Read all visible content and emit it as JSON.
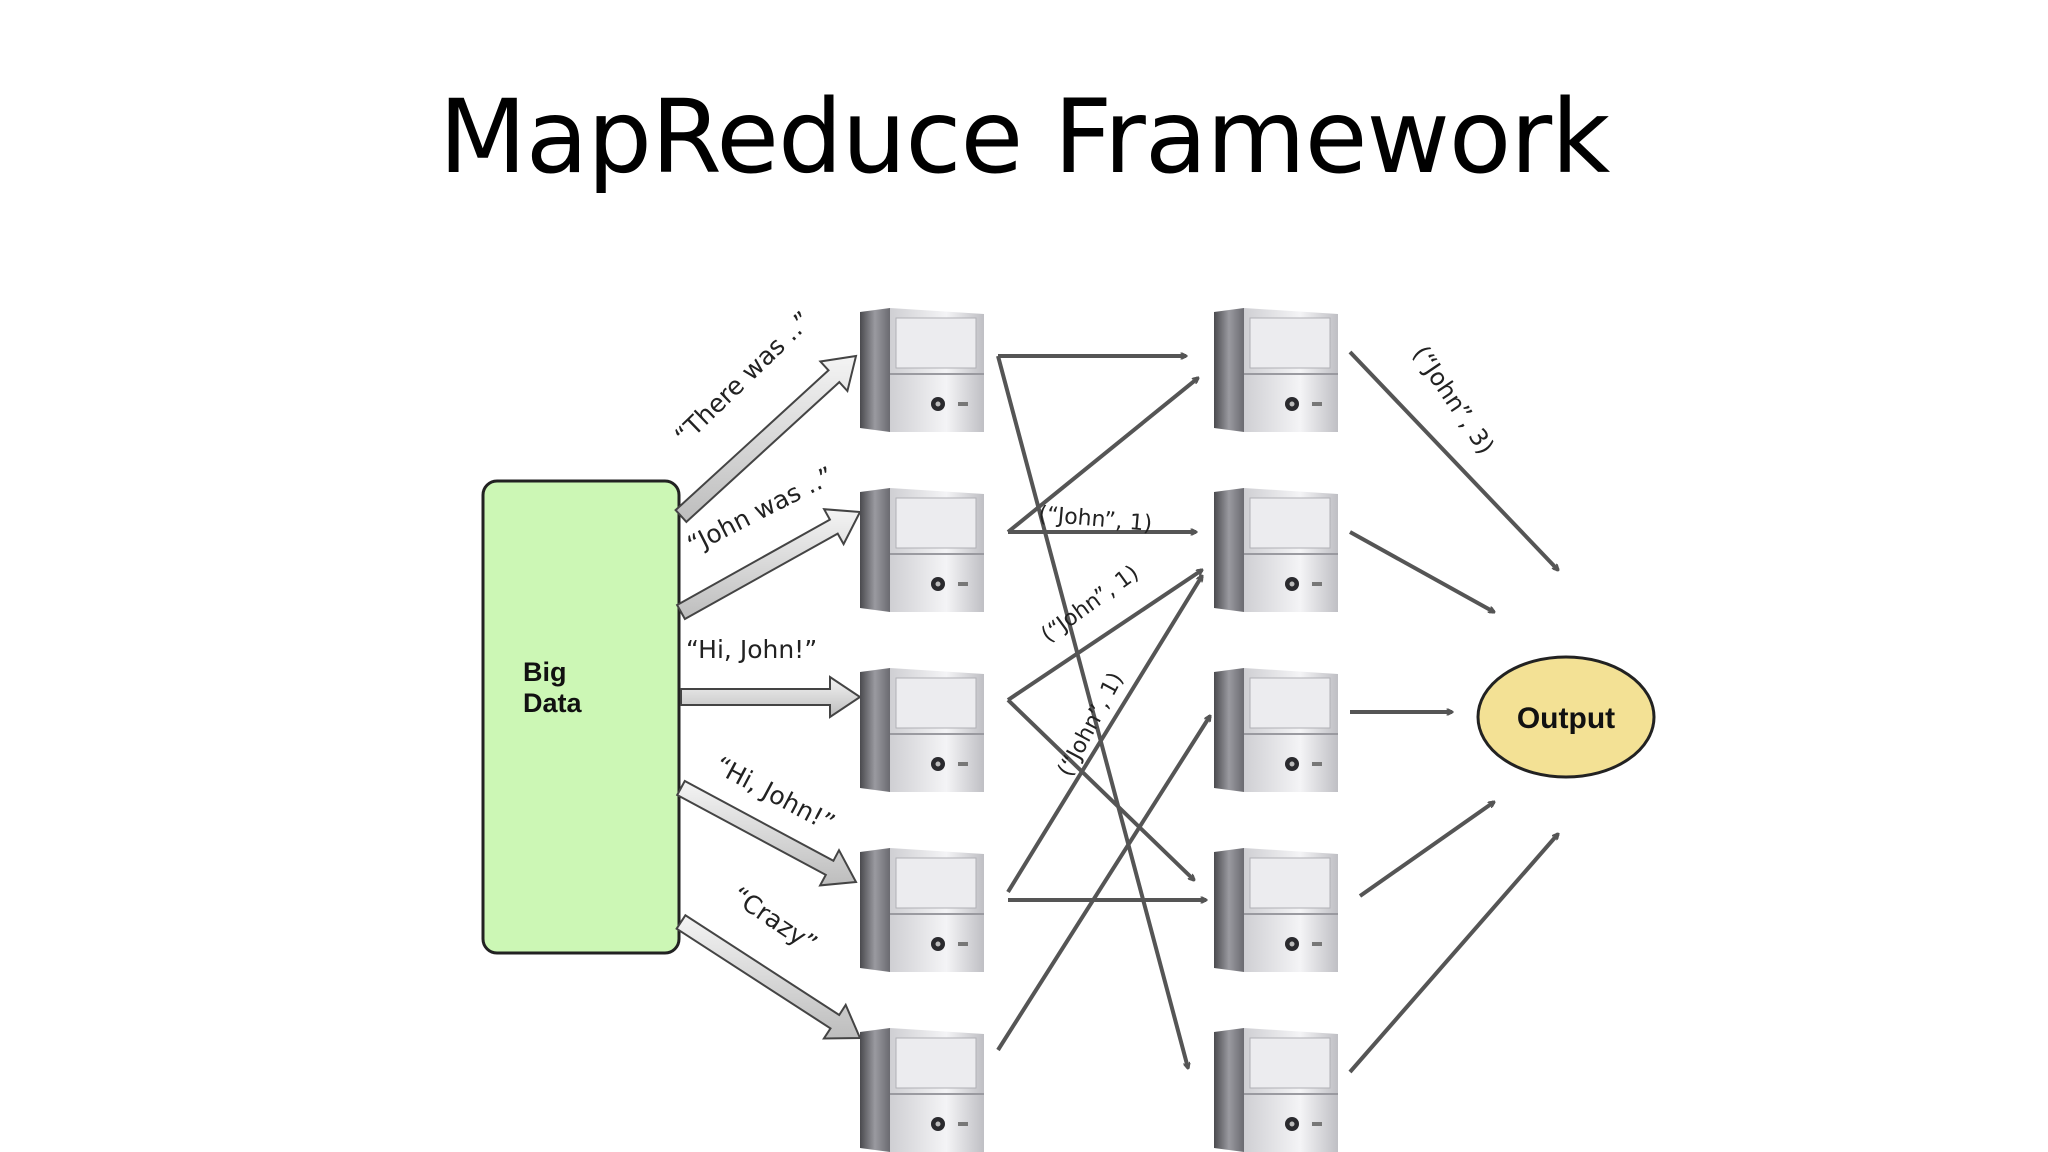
{
  "title": "MapReduce Framework",
  "colors": {
    "source": "#ccf7b5",
    "output": "#f3e195",
    "arrow": "#555555",
    "hollow_arrow": "#d8d8d8"
  },
  "source": {
    "line1": "Big",
    "line2": "Data"
  },
  "splits": [
    "“There was ..”",
    "“John was ..”",
    "“Hi, John!”",
    "“Hi, John!”",
    "“Crazy”"
  ],
  "pairs": [
    "(“John”, 1)",
    "(“John”, 1)",
    "(“John”, 1)"
  ],
  "reduced": "(“John”, 3)",
  "output": "Output",
  "mapper_count": 5,
  "reducer_count": 5,
  "icons": {
    "server": "server-tower-icon"
  }
}
